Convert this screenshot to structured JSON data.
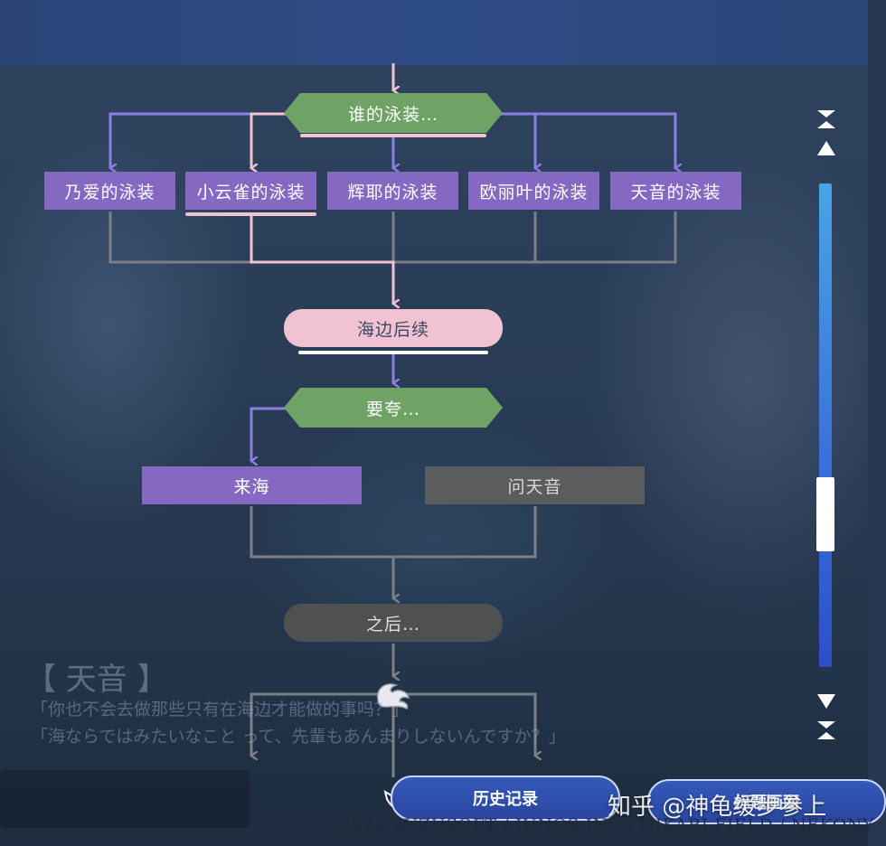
{
  "flowchart": {
    "choice_1": "谁的泳装…",
    "options_1": [
      "乃爱的泳装",
      "小云雀的泳装",
      "辉耶的泳装",
      "欧丽叶的泳装",
      "天音的泳装"
    ],
    "merge_scene": "海边后续",
    "choice_2": "要夸…",
    "options_2": [
      "来海",
      "问天音"
    ],
    "next_scene": "之后…"
  },
  "dialog": {
    "speaker": "【 天音 】",
    "line_1": "「你也不会去做那些只有在海边才能做的事吗？」",
    "line_2": "「海ならではみたいなこと って、先輩もあんまりしないんですか？」"
  },
  "buttons": {
    "history": "历史记录",
    "title": "标题画面"
  },
  "copyright": "©2024 YUZUSOFT / JUNOS INC / HIKARI FIELD / NEKONY",
  "watermark": "知乎 @神龟缓步参上",
  "colors": {
    "selected_path": "#f0c2d2",
    "unselected_path": "#8a7ee0",
    "inactive_path": "#7d7f84",
    "choice": "#6fa366",
    "option_selected": "#8468c2",
    "option_locked": "#5b5c5e"
  }
}
